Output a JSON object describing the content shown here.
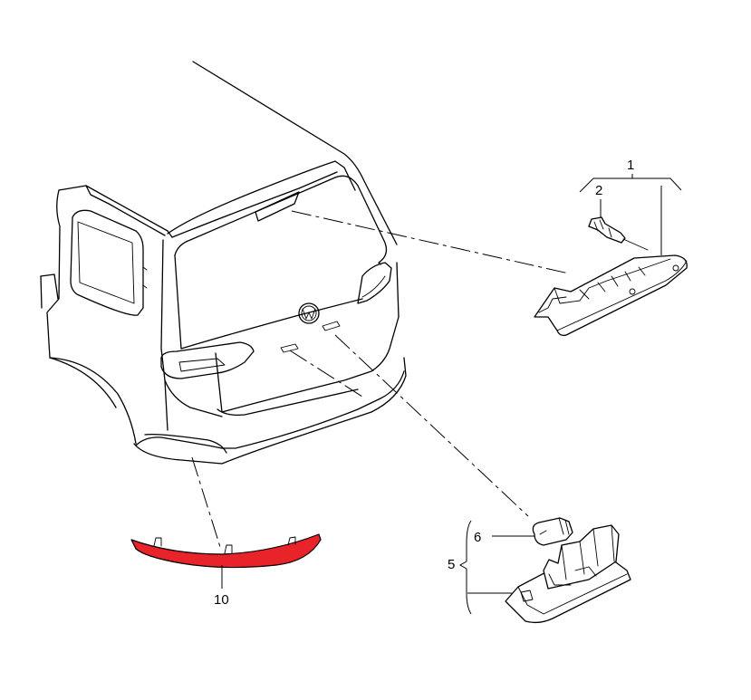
{
  "callouts": {
    "c1": "1",
    "c2": "2",
    "c5": "5",
    "c6": "6",
    "c10": "10"
  },
  "colors": {
    "highlight": "#e8232a",
    "line": "#000000",
    "background": "#ffffff"
  }
}
